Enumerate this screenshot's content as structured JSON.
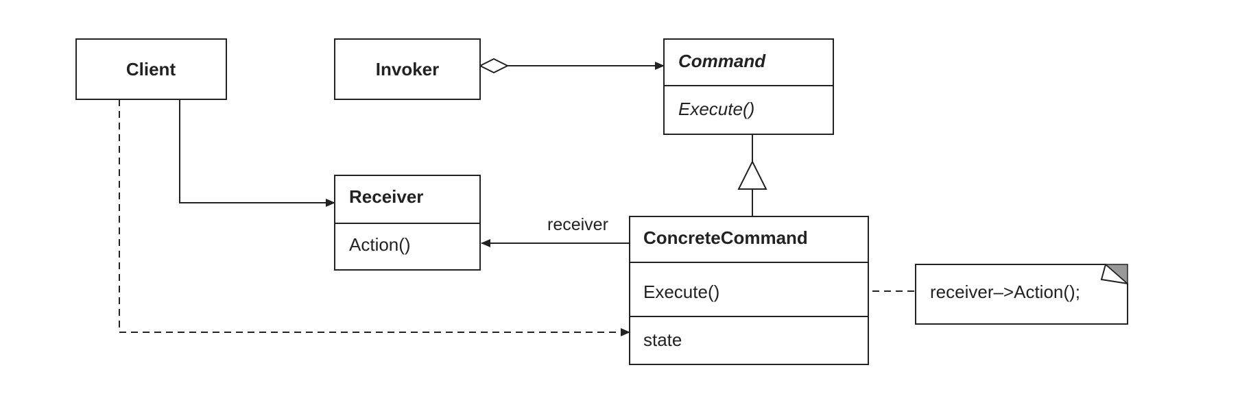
{
  "classes": {
    "client": {
      "name": "Client"
    },
    "invoker": {
      "name": "Invoker"
    },
    "command": {
      "name": "Command",
      "operation": "Execute()"
    },
    "receiver": {
      "name": "Receiver",
      "operation": "Action()"
    },
    "concrete_command": {
      "name": "ConcreteCommand",
      "operation": "Execute()",
      "attribute": "state"
    }
  },
  "relations": {
    "receiver_role": "receiver"
  },
  "note": {
    "text": "receiver–>Action();"
  }
}
